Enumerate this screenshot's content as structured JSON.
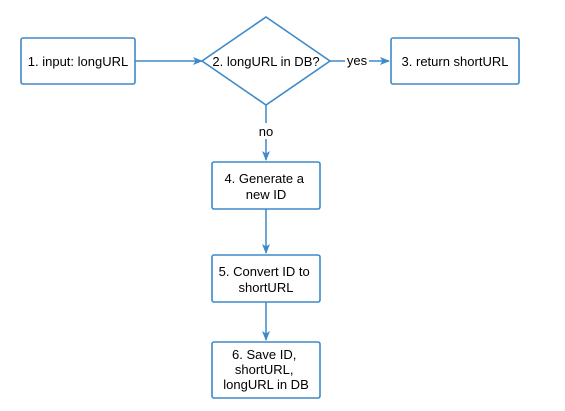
{
  "diagram": {
    "nodes": {
      "input": {
        "lines": [
          "1. input: longURL"
        ]
      },
      "check": {
        "lines": [
          "2. longURL in DB?"
        ]
      },
      "return": {
        "lines": [
          "3. return shortURL"
        ]
      },
      "generate": {
        "lines": [
          "4. Generate a",
          "new ID"
        ]
      },
      "convert": {
        "lines": [
          "5. Convert ID to",
          "shortURL"
        ]
      },
      "save": {
        "lines": [
          "6. Save ID,",
          "shortURL,",
          "longURL in DB"
        ]
      }
    },
    "edges": {
      "yes_label": "yes",
      "no_label": "no"
    },
    "colors": {
      "stroke": "#3e89c9",
      "fill": "#ffffff",
      "text": "#000000"
    }
  }
}
